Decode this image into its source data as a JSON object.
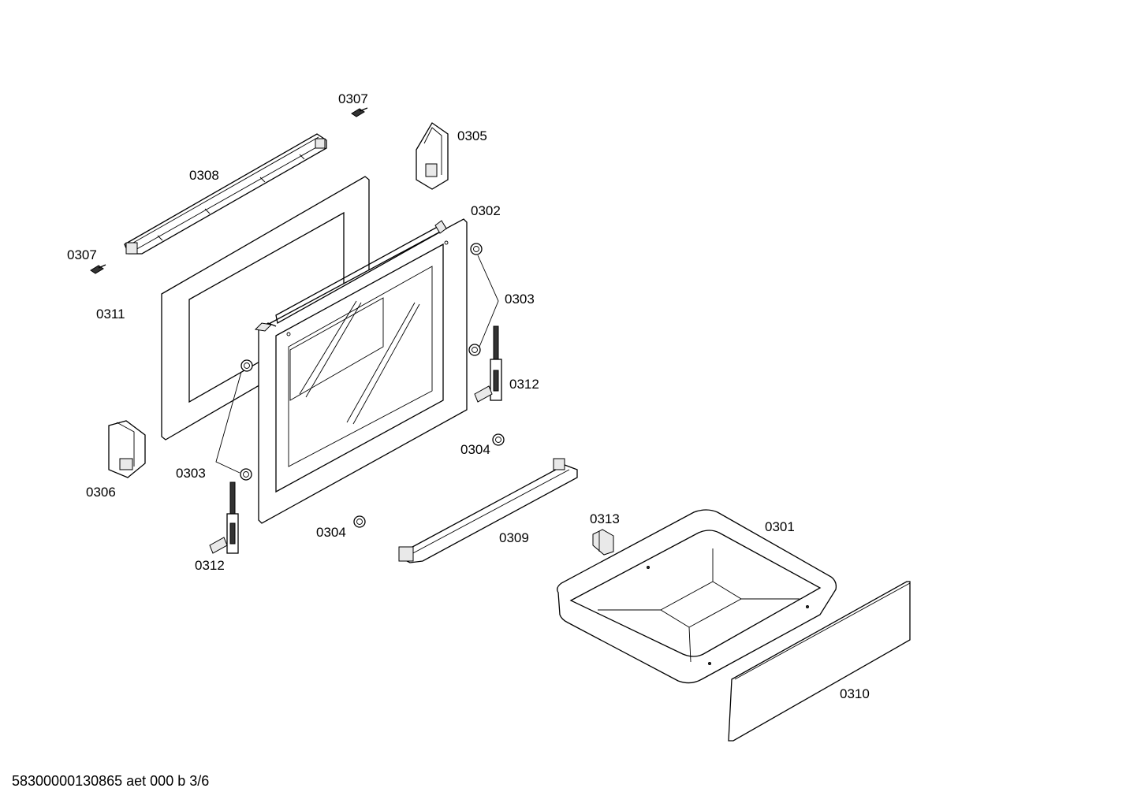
{
  "callouts": {
    "c0307_top": "0307",
    "c0305": "0305",
    "c0308": "0308",
    "c0302": "0302",
    "c0307_left": "0307",
    "c0303_right": "0303",
    "c0311": "0311",
    "c0312_right": "0312",
    "c0304_right": "0304",
    "c0303_left": "0303",
    "c0306": "0306",
    "c0313": "0313",
    "c0301": "0301",
    "c0304_left": "0304",
    "c0309": "0309",
    "c0312_left": "0312",
    "c0310": "0310"
  },
  "parts": [
    {
      "id": "0301",
      "icon": "drawer-tray-icon"
    },
    {
      "id": "0302",
      "icon": "door-inner-frame-icon"
    },
    {
      "id": "0303",
      "icon": "bushing-icon"
    },
    {
      "id": "0304",
      "icon": "bushing-icon"
    },
    {
      "id": "0305",
      "icon": "hinge-bracket-icon"
    },
    {
      "id": "0306",
      "icon": "hinge-bracket-icon"
    },
    {
      "id": "0307",
      "icon": "screw-icon"
    },
    {
      "id": "0308",
      "icon": "door-top-profile-icon"
    },
    {
      "id": "0309",
      "icon": "door-handle-icon"
    },
    {
      "id": "0310",
      "icon": "drawer-front-panel-icon"
    },
    {
      "id": "0311",
      "icon": "door-outer-panel-icon"
    },
    {
      "id": "0312",
      "icon": "door-hinge-icon"
    },
    {
      "id": "0313",
      "icon": "clip-icon"
    }
  ],
  "footer": {
    "doc_ref": "58300000130865 aet 000 b 3/6"
  }
}
